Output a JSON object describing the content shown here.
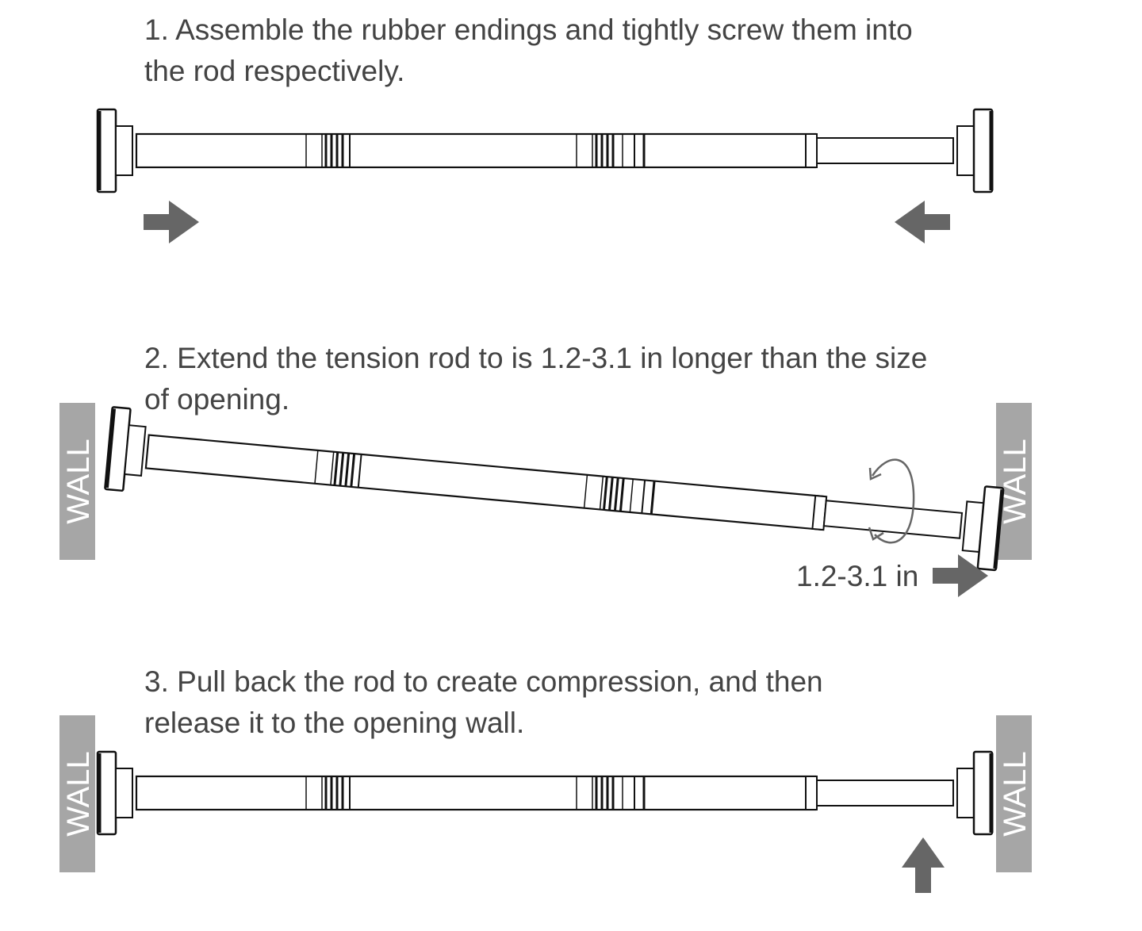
{
  "steps": [
    {
      "text_lines": [
        "1. Assemble the rubber endings and tightly screw them into",
        "the rod respectively."
      ]
    },
    {
      "text_lines": [
        "2. Extend the tension rod to is 1.2-3.1 in longer than the size",
        "of opening."
      ]
    },
    {
      "text_lines": [
        "3. Pull back the rod to create compression, and then",
        "release it to the opening wall."
      ]
    }
  ],
  "wall_label": "WALL",
  "measurement_label": "1.2-3.1 in",
  "colors": {
    "outline": "#111111",
    "text": "#444444",
    "arrow": "#666666",
    "wall_fill": "#a6a6a6",
    "wall_text": "#ffffff"
  },
  "icons": [
    "arrow-right-icon",
    "arrow-left-icon",
    "arrow-up-icon",
    "rotate-icon"
  ]
}
